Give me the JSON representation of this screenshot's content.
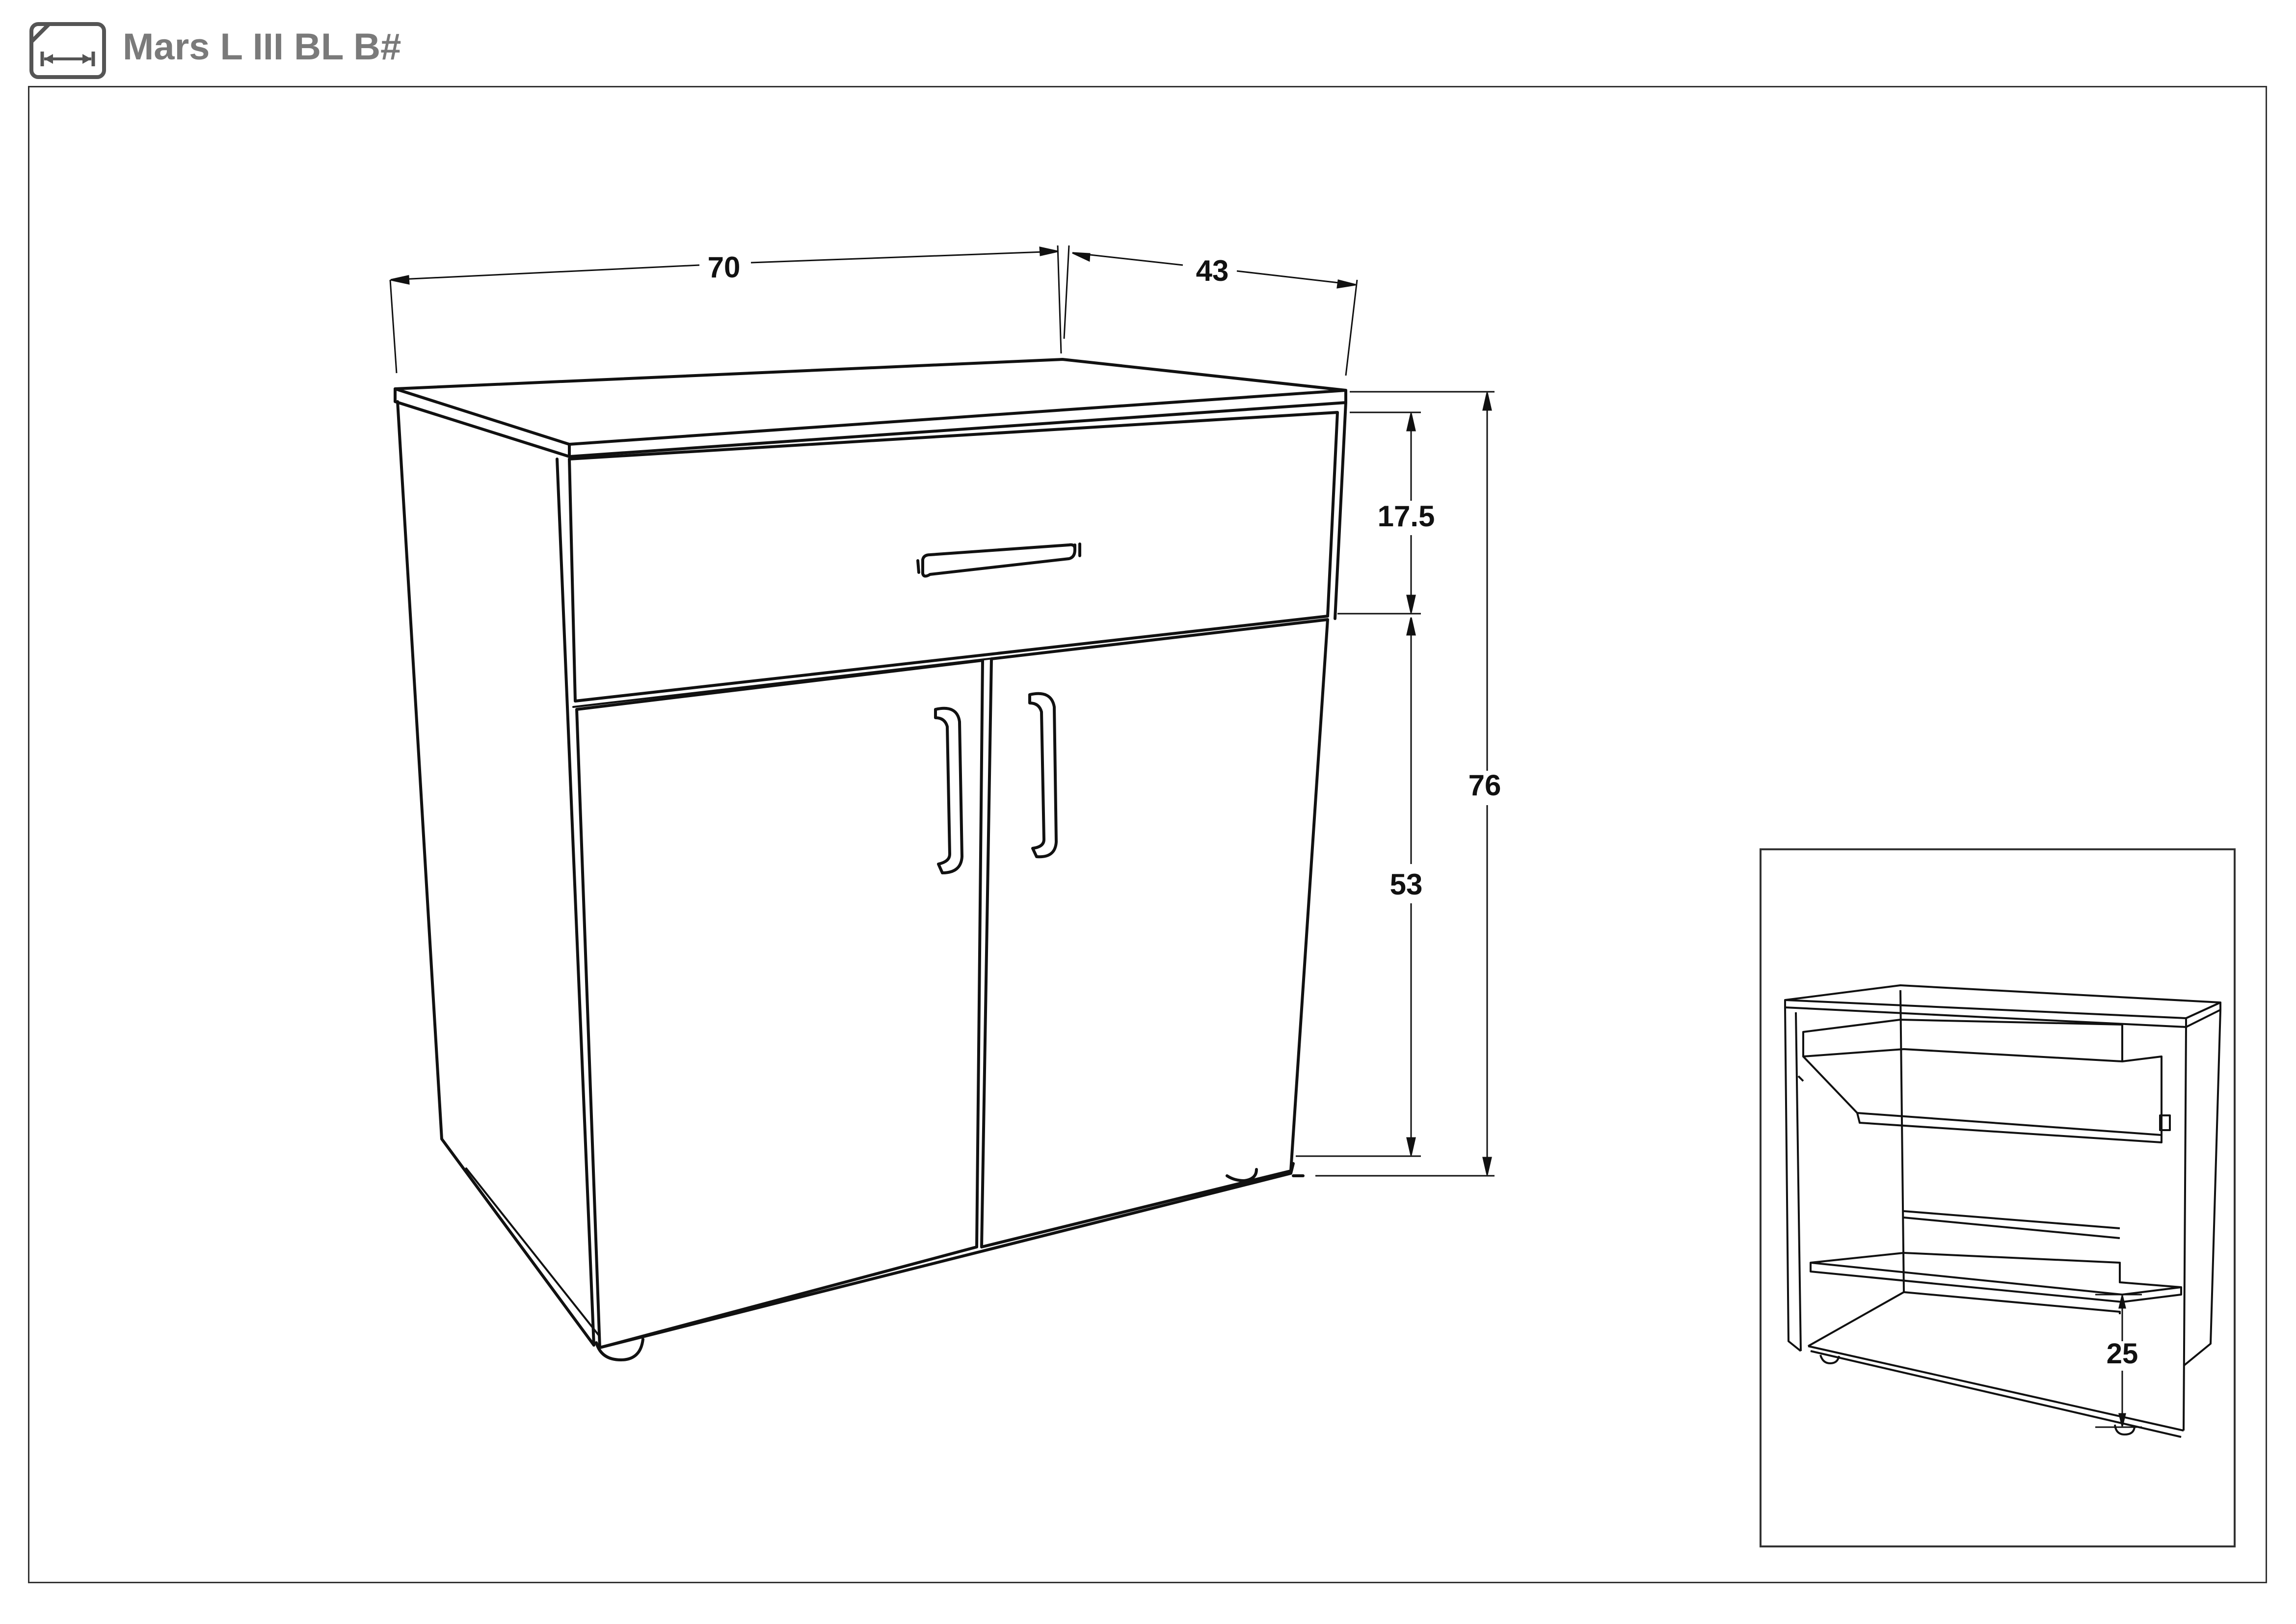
{
  "header": {
    "title": "Mars L III BL B#",
    "icon": "dimension-icon",
    "title_color": "#7a7a7a"
  },
  "main_view": {
    "width_label": "70",
    "depth_label": "43",
    "drawer_height_label": "17.5",
    "door_height_label": "53",
    "total_height_label": "76"
  },
  "inset_view": {
    "shelf_height_label": "25"
  },
  "colors": {
    "line": "#111111",
    "frame": "#333333"
  }
}
